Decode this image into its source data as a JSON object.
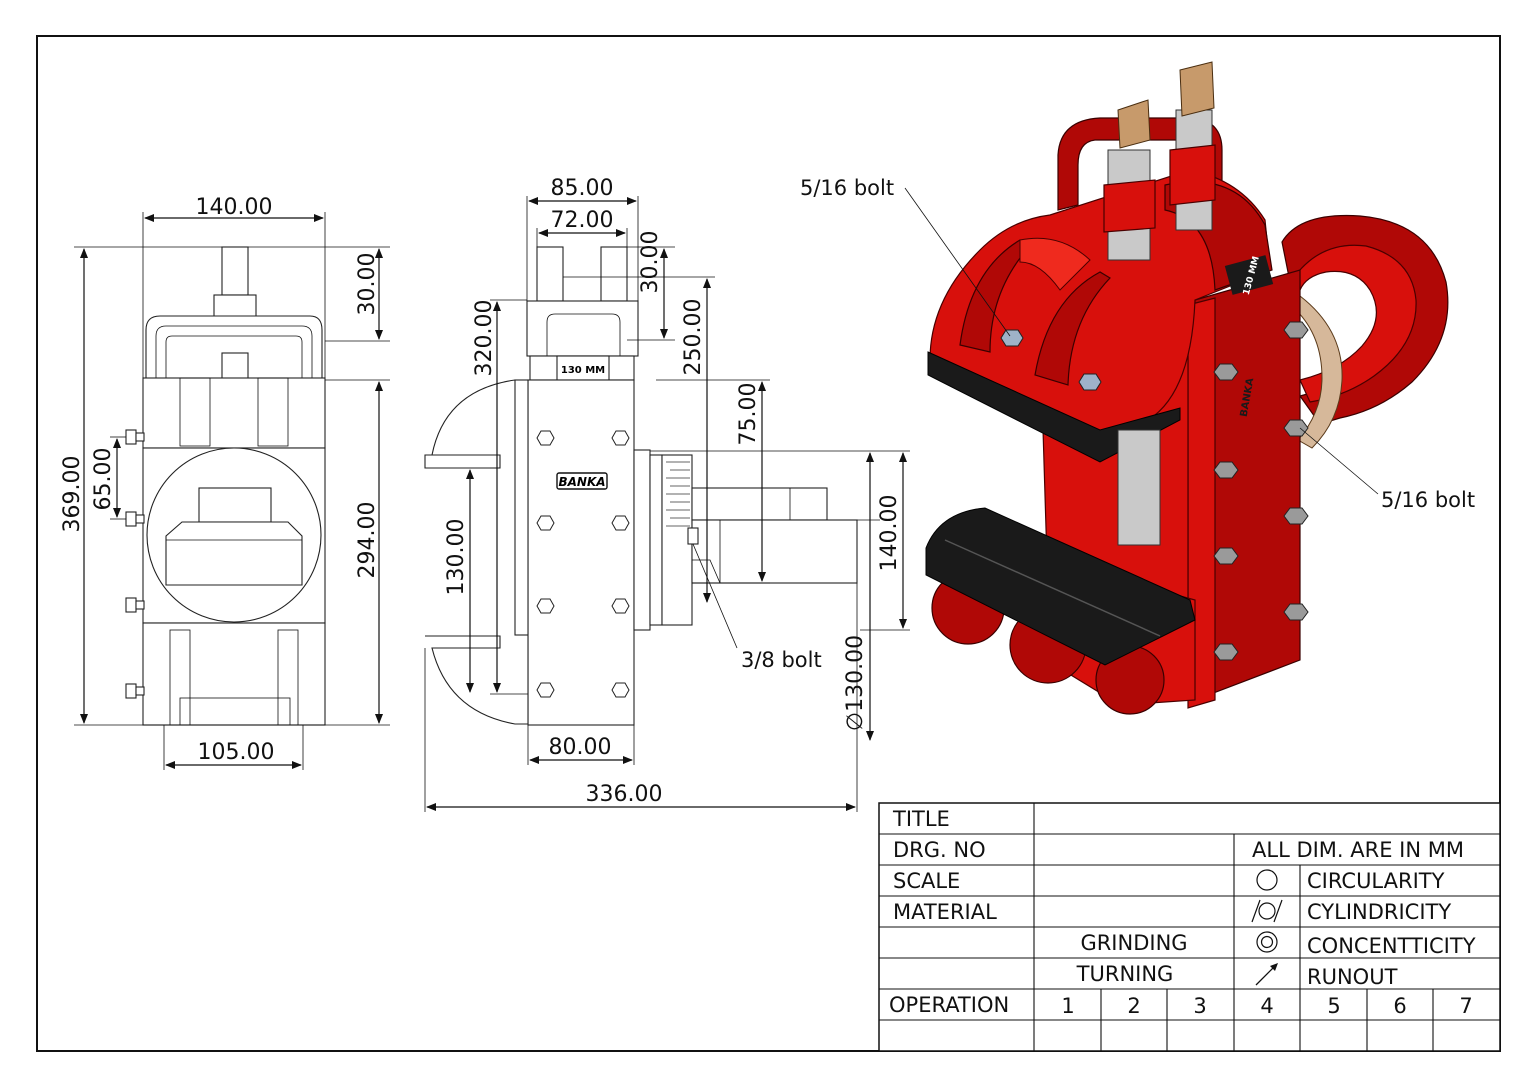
{
  "front_view": {
    "dims": {
      "width_top": "140.00",
      "width_bottom": "105.00",
      "height_total": "369.00",
      "height_body": "294.00",
      "height_stud": "30.00",
      "bolt_pitch": "65.00"
    }
  },
  "side_view": {
    "dims": {
      "top_outer": "85.00",
      "top_inner": "72.00",
      "stud": "30.00",
      "height_320": "320.00",
      "height_250": "250.00",
      "depth_75": "75.00",
      "slide_140": "140.00",
      "slot_130": "130.00",
      "dia_130": "∅130.00",
      "base_80": "80.00",
      "overall_336": "336.00"
    },
    "body_marking": "BANKA",
    "plate_marking": "130 MM",
    "callout_bolt": "3/8 bolt"
  },
  "iso_view": {
    "callout_bolt_top": "5/16 bolt",
    "callout_bolt_side": "5/16 bolt",
    "plate_marking": "130 MM",
    "body_marking": "BANKA",
    "colors": {
      "body": "#d8100c",
      "jaw": "#1a1a1a",
      "shaft": "#c9c9c9",
      "handle": "#c79a6b"
    }
  },
  "title_block": {
    "labels": {
      "title": "TITLE",
      "drg_no": "DRG. NO",
      "scale": "SCALE",
      "material": "MATERIAL",
      "operation": "OPERATION"
    },
    "note": "ALL DIM. ARE IN MM",
    "processes": [
      "GRINDING",
      "TURNING"
    ],
    "symbols": [
      {
        "name": "CIRCULARITY",
        "icon": "circle-icon"
      },
      {
        "name": "CYLINDRICITY",
        "icon": "cylindricity-icon"
      },
      {
        "name": "CONCENTTICITY",
        "icon": "concentricity-icon"
      },
      {
        "name": "RUNOUT",
        "icon": "runout-arrow-icon"
      }
    ],
    "operations": [
      "1",
      "2",
      "3",
      "4",
      "5",
      "6",
      "7"
    ]
  }
}
